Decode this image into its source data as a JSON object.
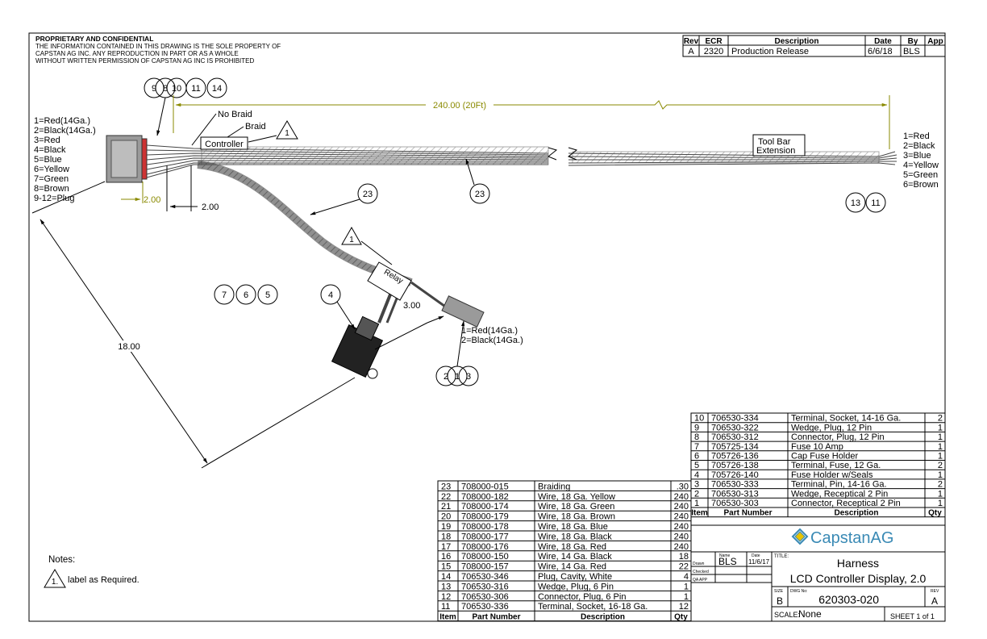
{
  "proprietary": {
    "title": "PROPRIETARY AND CONFIDENTIAL",
    "lines": [
      "THE INFORMATION CONTAINED IN THIS DRAWING IS THE SOLE PROPERTY OF",
      "CAPSTAN AG INC. ANY REPRODUCTION IN PART OR AS A WHOLE",
      "WITHOUT WRITTEN PERMISSION OF CAPSTAN AG INC IS PROHIBITED"
    ]
  },
  "revision_block": {
    "headers": [
      "Rev",
      "ECR",
      "Description",
      "Date",
      "By",
      "App"
    ],
    "rows": [
      [
        "A",
        "2320",
        "Production Release",
        "6/6/18",
        "BLS",
        ""
      ]
    ]
  },
  "drawing": {
    "length_dim": "240.00 (20Ft)",
    "no_braid": "No Braid",
    "braid": "Braid",
    "controller": "Controller",
    "toolbar_ext_1": "Tool Bar",
    "toolbar_ext_2": "Extension",
    "dim_2a": "2.00",
    "dim_2b": "2.00",
    "dim_3": "3.00",
    "dim_18": "18.00",
    "relay_label": "Relay",
    "rating_note": "1",
    "left_pinout": [
      "1=Red(14Ga.)",
      "2=Black(14Ga.)",
      "3=Red",
      "4=Black",
      "5=Blue",
      "6=Yellow",
      "7=Green",
      "8=Brown",
      "9-12=Plug"
    ],
    "right_pinout": [
      "1=Red",
      "2=Black",
      "3=Blue",
      "4=Yellow",
      "5=Green",
      "6=Brown"
    ],
    "bottom_pinout": [
      "1=Red(14Ga.)",
      "2=Black(14Ga.)"
    ],
    "balloons_top": [
      "9",
      "8",
      "10",
      "11",
      "14"
    ],
    "balloons_right": [
      "13",
      "11"
    ],
    "balloons_mid": [
      "7",
      "6",
      "5"
    ],
    "balloon_4": "4",
    "balloon_23a": "23",
    "balloon_23b": "23",
    "balloons_bottom": [
      "2",
      "1",
      "3"
    ]
  },
  "bom_right": {
    "rows": [
      [
        "10",
        "706530-334",
        "Terminal, Socket, 14-16 Ga.",
        "2"
      ],
      [
        "9",
        "706530-322",
        "Wedge, Plug, 12 Pin",
        "1"
      ],
      [
        "8",
        "706530-312",
        "Connector, Plug, 12 Pin",
        "1"
      ],
      [
        "7",
        "705725-134",
        "Fuse 10 Amp",
        "1"
      ],
      [
        "6",
        "705726-136",
        "Cap Fuse Holder",
        "1"
      ],
      [
        "5",
        "705726-138",
        "Terminal, Fuse, 12 Ga.",
        "2"
      ],
      [
        "4",
        "705726-140",
        "Fuse Holder w/Seals",
        "1"
      ],
      [
        "3",
        "706530-333",
        "Terminal, Pin, 14-16 Ga.",
        "2"
      ],
      [
        "2",
        "706530-313",
        "Wedge, Receptical 2 Pin",
        "1"
      ],
      [
        "1",
        "706530-303",
        "Connector, Receptical 2 Pin",
        "1"
      ]
    ],
    "headers": [
      "Item",
      "Part Number",
      "Description",
      "Qty"
    ]
  },
  "bom_left": {
    "rows": [
      [
        "23",
        "708000-015",
        "Braiding",
        ".30"
      ],
      [
        "22",
        "708000-182",
        "Wire, 18 Ga. Yellow",
        "240"
      ],
      [
        "21",
        "708000-174",
        "Wire, 18 Ga. Green",
        "240"
      ],
      [
        "20",
        "708000-179",
        "Wire, 18 Ga. Brown",
        "240"
      ],
      [
        "19",
        "708000-178",
        "Wire, 18 Ga. Blue",
        "240"
      ],
      [
        "18",
        "708000-177",
        "Wire, 18 Ga. Black",
        "240"
      ],
      [
        "17",
        "708000-176",
        "Wire, 18 Ga. Red",
        "240"
      ],
      [
        "16",
        "708000-150",
        "Wire, 14 Ga. Black",
        "18"
      ],
      [
        "15",
        "708000-157",
        "Wire, 14 Ga. Red",
        "22"
      ],
      [
        "14",
        "706530-346",
        "Plug, Cavity, White",
        "4"
      ],
      [
        "13",
        "706530-316",
        "Wedge, Plug, 6 Pin",
        "1"
      ],
      [
        "12",
        "706530-306",
        "Connector, Plug, 6 Pin",
        "1"
      ],
      [
        "11",
        "706530-336",
        "Terminal, Socket, 16-18 Ga.",
        "12"
      ]
    ],
    "headers": [
      "Item",
      "Part Number",
      "Description",
      "Qty"
    ]
  },
  "title_block": {
    "company": "CapstanAG",
    "name_label": "Name",
    "date_label": "Date",
    "drawn_label": "Drawn",
    "drawn_by": "BLS",
    "drawn_date": "11/6/17",
    "checked_label": "Checked",
    "qa_label": "QA APP",
    "title_label": "TITLE:",
    "title_1": "Harness",
    "title_2": "LCD Controller Display, 2.0",
    "size_label": "SIZE",
    "size": "B",
    "dwg_label": "DWG No:",
    "dwg_no": "620303-020",
    "rev_label": "REV",
    "rev": "A",
    "scale_label": "SCALE:",
    "scale": "None",
    "sheet": "SHEET 1 of 1"
  },
  "notes": {
    "title": "Notes:",
    "num": "1.",
    "text": "label as Required."
  },
  "colors": {
    "dimension": "#8a8a00",
    "logo": "#3a8ab5"
  }
}
